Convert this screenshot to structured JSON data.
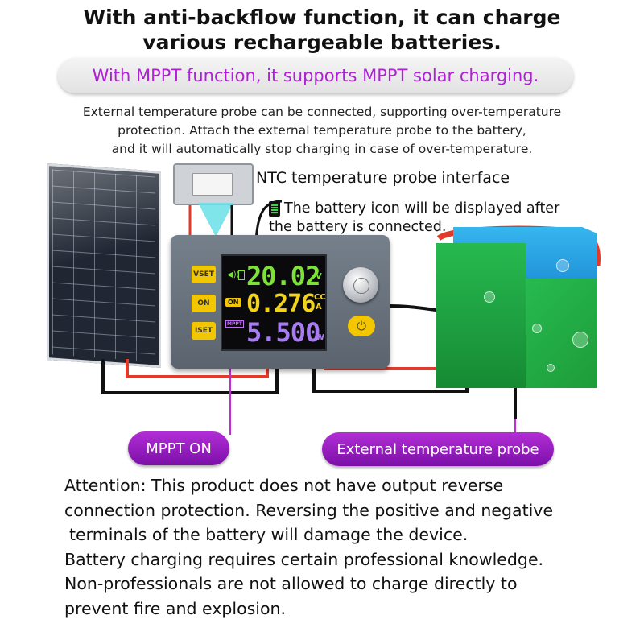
{
  "headline": {
    "line1": "With anti-backflow function, it can charge",
    "line2": "various rechargeable batteries."
  },
  "mppt_banner": "With MPPT function, it supports MPPT solar charging.",
  "description": [
    "External temperature probe can be connected, supporting over-temperature",
    "protection. Attach the external temperature probe to the battery,",
    "and it will automatically stop charging in case of over-temperature."
  ],
  "ntc_label": "NTC temperature probe interface",
  "battery_note": {
    "line1": "The battery icon will be displayed after",
    "line2": "the battery is connected."
  },
  "device": {
    "buttons": [
      "VSET",
      "ON",
      "ISET"
    ],
    "readings": {
      "voltage": "20.02",
      "voltage_unit": "V",
      "current": "0.276",
      "current_unit": "A",
      "mode": "CC",
      "power": "5.500",
      "power_unit": "W"
    },
    "status_on": "ON",
    "mppt_tag": "MPPT"
  },
  "labels": {
    "mppt_on": "MPPT ON",
    "external_probe": "External temperature probe"
  },
  "attention": [
    "Attention: This product does not have output reverse",
    "connection protection. Reversing the positive and negative",
    "terminals of the battery will damage the device.",
    "Battery charging requires certain professional knowledge.",
    "Non-professionals are not allowed to charge directly to",
    "prevent fire and explosion."
  ],
  "colors": {
    "accent_purple": "#b020d8",
    "pill_purple": "#8f1bbd",
    "lcd_green": "#7de236",
    "lcd_yellow": "#f2d21a",
    "lcd_violet": "#a77cf2",
    "button_yellow": "#f2c600"
  }
}
